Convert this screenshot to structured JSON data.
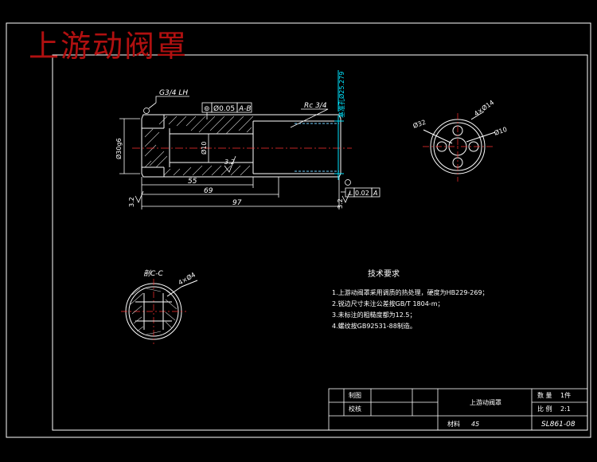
{
  "title": "上游动阀罩",
  "colors": {
    "background": "#000000",
    "lines": "#ffffff",
    "title": "#b01010",
    "dimension_cyan": "#00e5ff",
    "centerline": "#ff3030"
  },
  "main_view": {
    "thread_left": "G3/4 LH",
    "thread_right": "Rc 3/4",
    "geo_tolerance": "⊚",
    "geo_tol_value": "Ø0.05",
    "geo_tol_datum": "A-B",
    "dia_left": "Ø30g6",
    "dia_inner": "Ø10",
    "roughness_mid": "3.2",
    "dim_55": "55",
    "dim_69": "69",
    "dim_97": "97",
    "roughness_left": "3.2",
    "roughness_right": "3.2",
    "runout_symbol": "⊥",
    "runout_value": "0.02",
    "runout_datum": "A",
    "cyan_dim": "基准孔Ø25.279"
  },
  "right_view": {
    "dia_outer": "Ø32",
    "holes": "4×Ø14",
    "dia_center": "Ø10"
  },
  "section_view": {
    "label": "剖C-C",
    "holes": "4×Ø4"
  },
  "tech_req": {
    "heading": "技术要求",
    "items": [
      "1.上游动阀罩采用调质的热处理，硬度为HB229-269；",
      "2.锐边尺寸未注公差按GB/T 1804-m；",
      "3.未标注的粗糙度都为12.5；",
      "4.螺纹按GB92531-88制造。"
    ]
  },
  "title_block": {
    "drawn_label": "制图",
    "checked_label": "校核",
    "part_name": "上游动阀罩",
    "qty_label": "数 量",
    "qty_value": "1件",
    "scale_label": "比 例",
    "scale_value": "2:1",
    "material_label": "材料",
    "material_value": "45",
    "drawing_no": "SL861-08"
  }
}
